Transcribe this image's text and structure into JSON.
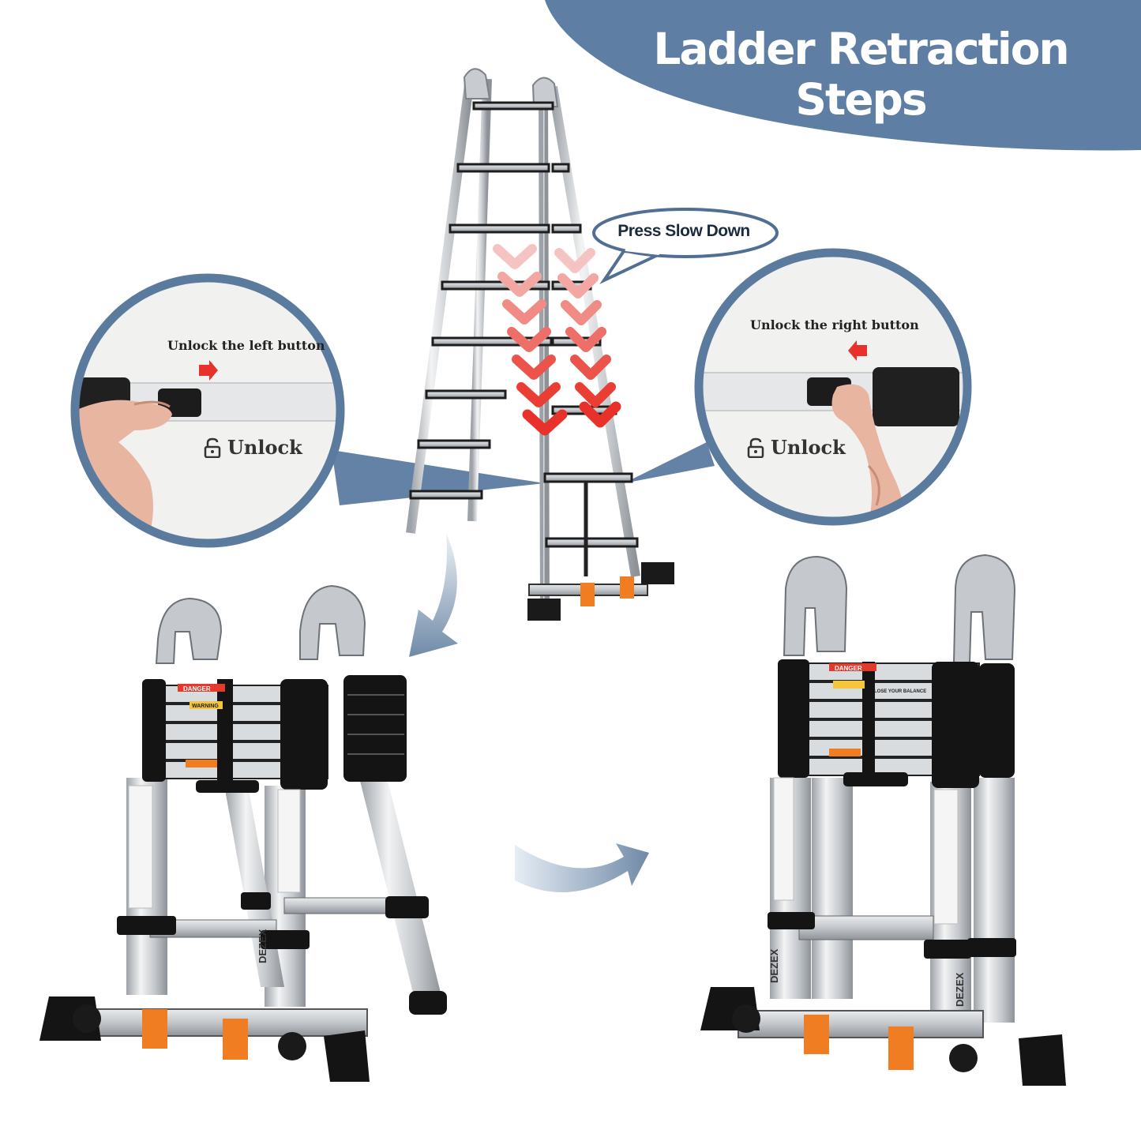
{
  "title": "Ladder Retraction Steps",
  "bubble": {
    "text": "Press Slow Down"
  },
  "left_zoom": {
    "instruction": "Unlock the left button",
    "status": "Unlock",
    "icon": "padlock-open-icon"
  },
  "right_zoom": {
    "instruction": "Unlock the right button",
    "status": "Unlock",
    "icon": "padlock-open-icon"
  },
  "labels": {
    "danger": "DANGER",
    "warning": "WARNING",
    "balance": "LOSE YOUR BALANCE",
    "brand": "DEZEX"
  },
  "colors": {
    "banner": "#5e7fa3",
    "circle_border": "#5b7b9e",
    "arrow_red": "#e8312a",
    "flow_arrow": "#7892ad",
    "foot_orange": "#f07d21",
    "rail": "#c9ccd0",
    "hinge": "#1a1a1a"
  }
}
